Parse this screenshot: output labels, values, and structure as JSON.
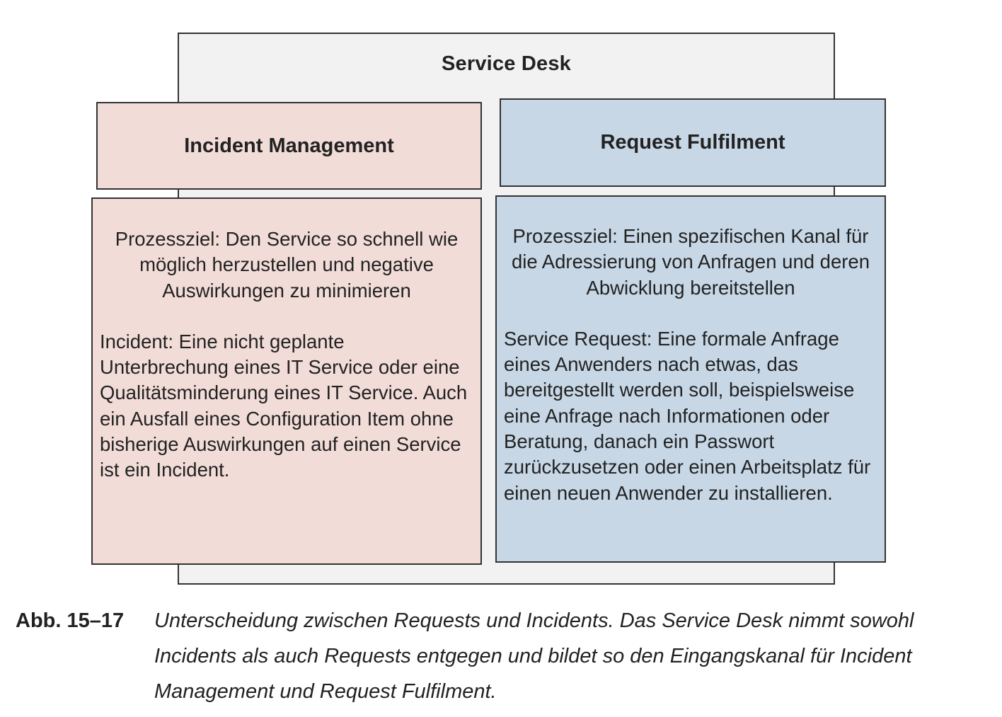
{
  "service_desk": {
    "title": "Service Desk",
    "color": "#f2f2f2"
  },
  "incident_management": {
    "title": "Incident Management",
    "goal": "Prozessziel: Den Service so schnell wie möglich herzustellen und negative Auswirkungen zu minimieren",
    "definition": "Incident: Eine nicht geplante Unterbrechung eines IT Service oder eine Qualitätsminderung eines IT Service. Auch ein Ausfall eines Configuration Item ohne bisherige Auswirkungen auf einen Service ist ein Incident.",
    "color": "#f2dcd8"
  },
  "request_fulfilment": {
    "title": "Request Fulfilment",
    "goal": "Prozessziel: Einen spezifischen Kanal für die Adressierung von Anfragen und deren Abwicklung bereitstellen",
    "definition": "Service Request: Eine formale Anfrage eines Anwenders nach etwas, das bereitgestellt werden soll, beispielsweise eine Anfrage nach Informationen oder Beratung, danach ein Passwort zurückzusetzen oder einen Arbeitsplatz für einen neuen Anwender zu installieren.",
    "color": "#c7d7e6"
  },
  "caption": {
    "label": "Abb. 15–17",
    "text": "Unterscheidung zwischen Requests und Incidents. Das Service Desk nimmt sowohl Incidents als auch Requests entgegen und bildet so den Eingangskanal für Incident Management und Request Fulfilment."
  }
}
